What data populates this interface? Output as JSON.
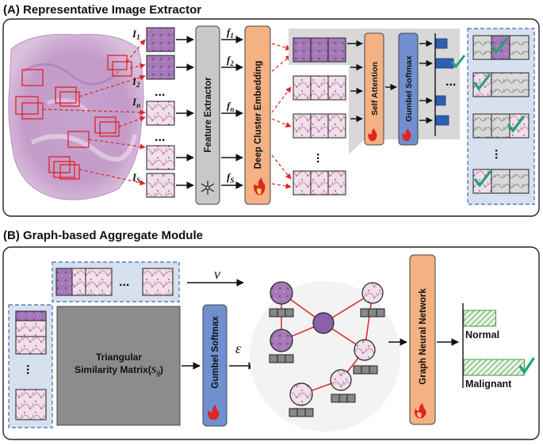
{
  "section_a": {
    "title": "(A) Representative Image Extractor",
    "instance_labels": [
      "I",
      "I",
      "I",
      "I"
    ],
    "instance_subs": [
      "1",
      "2",
      "n",
      "S"
    ],
    "feature_labels": [
      "f",
      "f",
      "f",
      "f"
    ],
    "feature_subs": [
      "1",
      "2",
      "n",
      "S"
    ],
    "feature_extractor": "Feature Extractor",
    "deep_cluster": "Deep Cluster Embedding",
    "self_attention": "Self Attention",
    "gumbel_softmax": "Gumbel Softmax",
    "ellipsis": "..."
  },
  "section_b": {
    "title": "(B) Graph-based Aggregate Module",
    "matrix_line1": "Triangular",
    "matrix_line2": "Similarity Matrix(",
    "matrix_sym": "S",
    "matrix_sub": "ij",
    "matrix_close": ")",
    "gumbel_softmax": "Gumbel Softmax",
    "v_symbol": "v",
    "e_symbol": "ε",
    "gnn": "Graph Neural Network",
    "ellipsis": "...",
    "classes": [
      {
        "label": "Normal",
        "value": 0.45
      },
      {
        "label": "Malignant",
        "value": 0.85
      }
    ]
  },
  "colors": {
    "feature_extractor": "#c8c8c8",
    "deep_cluster": "#f4b183",
    "gumbel": "#6f8fcf",
    "panel_bg": "#d6e0ee",
    "dashed_blue": "#5b7fc0",
    "red": "#e02424",
    "bar_blue": "#2f5fb0",
    "check_green": "#1fa37a",
    "hatch_green": "#3e9a3e",
    "matrix_gray": "#8c8c8c",
    "tissue_purple": "#b48ac3"
  }
}
